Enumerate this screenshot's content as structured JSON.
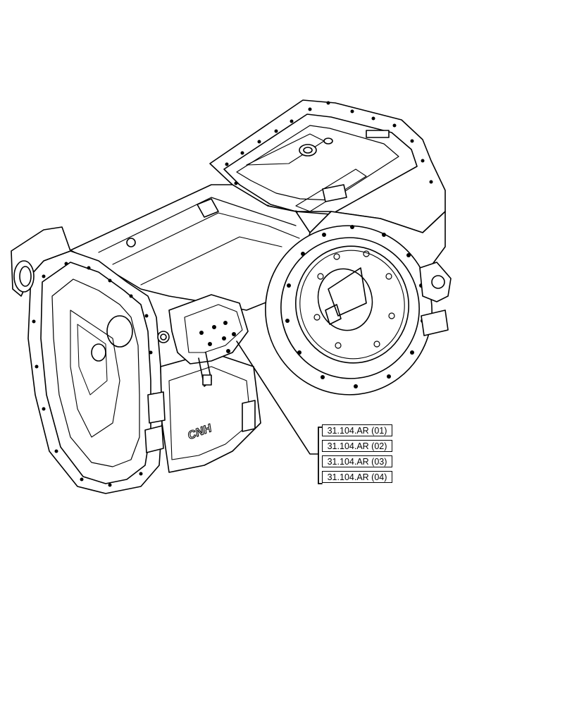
{
  "drawing": {
    "subject": "transmission-housing",
    "casting_mark": "CNH"
  },
  "references": [
    {
      "label": "31.104.AR (01)"
    },
    {
      "label": "31.104.AR (02)"
    },
    {
      "label": "31.104.AR (03)"
    },
    {
      "label": "31.104.AR (04)"
    }
  ]
}
